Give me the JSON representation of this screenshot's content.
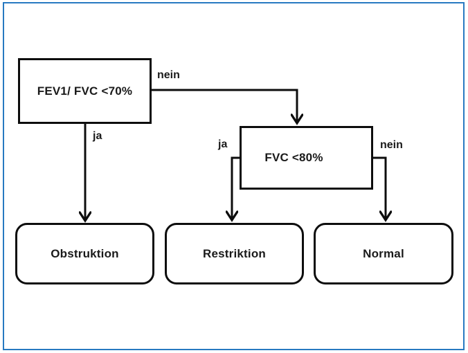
{
  "diagram": {
    "type": "flowchart",
    "language": "de",
    "nodes": [
      {
        "id": "fev1-fvc",
        "label": "FEV1/ FVC <70%",
        "shape": "rectangle"
      },
      {
        "id": "fvc",
        "label": "FVC <80%",
        "shape": "rectangle"
      },
      {
        "id": "obstruktion",
        "label": "Obstruktion",
        "shape": "rounded"
      },
      {
        "id": "restriktion",
        "label": "Restriktion",
        "shape": "rounded"
      },
      {
        "id": "normal",
        "label": "Normal",
        "shape": "rounded"
      }
    ],
    "edges": [
      {
        "from": "fev1-fvc",
        "to": "fvc",
        "label": "nein"
      },
      {
        "from": "fev1-fvc",
        "to": "obstruktion",
        "label": "ja"
      },
      {
        "from": "fvc",
        "to": "restriktion",
        "label": "ja"
      },
      {
        "from": "fvc",
        "to": "normal",
        "label": "nein"
      }
    ],
    "colors": {
      "frame_border": "#2779C1",
      "stroke": "#0D0D0D",
      "text": "#1A1A1A",
      "background": "#FFFFFF"
    }
  }
}
